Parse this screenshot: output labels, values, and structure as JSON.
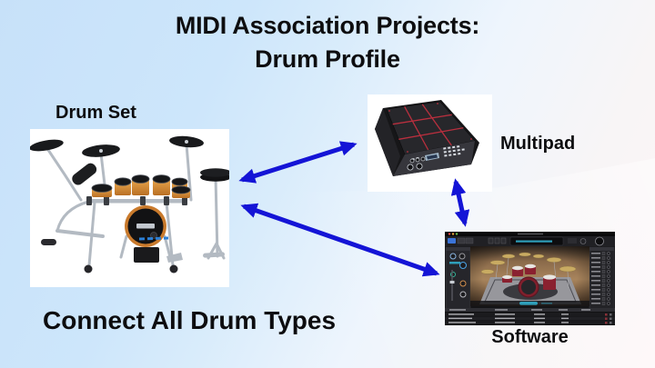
{
  "slide": {
    "title_line1": "MIDI Association Projects:",
    "title_line2": "Drum Profile",
    "caption": "Connect All Drum Types"
  },
  "nodes": [
    {
      "id": "drum-set",
      "label": "Drum Set",
      "image": "electronic-drum-kit-photo"
    },
    {
      "id": "multipad",
      "label": "Multipad",
      "image": "percussion-multipad-photo"
    },
    {
      "id": "software",
      "label": "Software",
      "image": "drum-software-screenshot"
    }
  ],
  "edges": [
    {
      "from": "drum-set",
      "to": "multipad",
      "bidirectional": true
    },
    {
      "from": "drum-set",
      "to": "software",
      "bidirectional": true
    },
    {
      "from": "multipad",
      "to": "software",
      "bidirectional": true
    }
  ],
  "colors": {
    "arrow": "#1414d6",
    "text": "#0d0d0f",
    "background_top_left": "#c7e1f9",
    "background_bottom_right": "#fdf4f6",
    "drum_shell_accent": "#c97a2c",
    "multipad_grid_accent": "#b92f3e"
  }
}
